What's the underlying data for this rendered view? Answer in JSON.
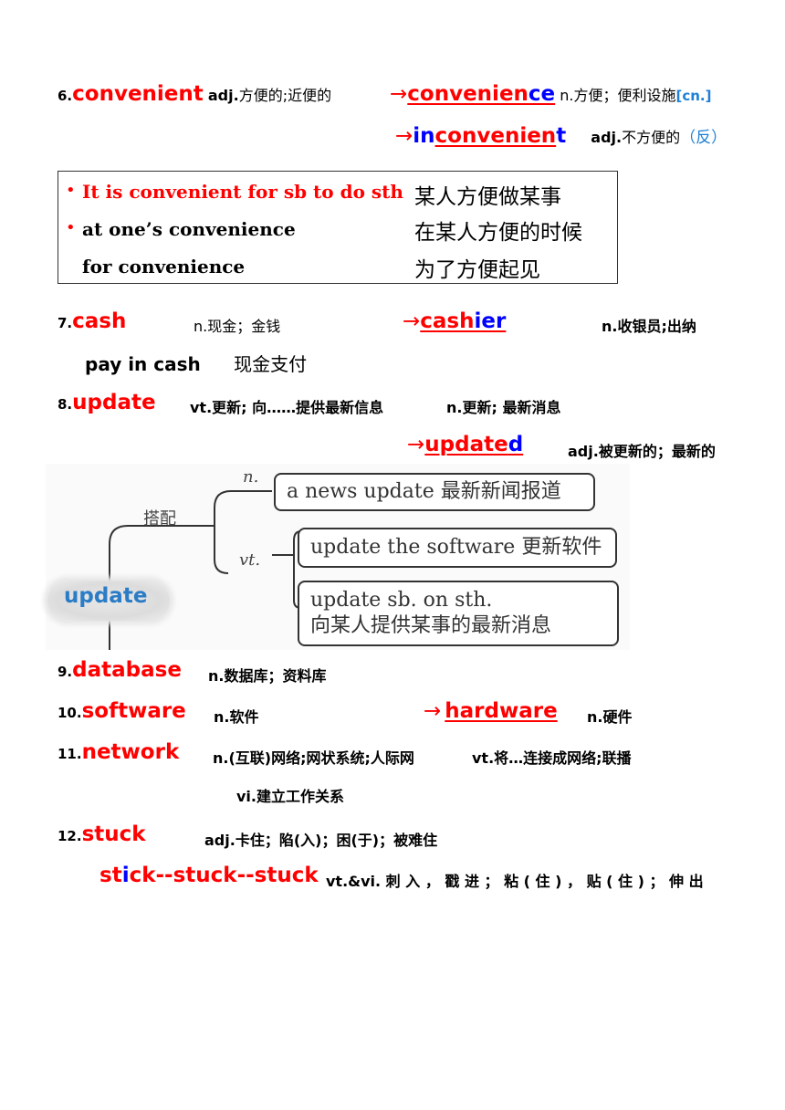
{
  "e6": {
    "num": "6.",
    "word": "convenient",
    "pos": "adj.",
    "def": "方便的;近便的",
    "arrow": "→",
    "deriv1_a": "convenien",
    "deriv1_b": "ce",
    "deriv1_def": "n.方便；便利设施",
    "deriv1_tag": "[cn.]",
    "deriv2_a": "in",
    "deriv2_b": "convenien",
    "deriv2_c": "t",
    "deriv2_pos": "adj.",
    "deriv2_def": "不方便的",
    "deriv2_tag": "（反）",
    "phrases": [
      {
        "bullet": "•",
        "en": "It is convenient for sb to do sth",
        "zh": "某人方便做某事"
      },
      {
        "bullet": "•",
        "en": "at one’s convenience",
        "zh": "在某人方便的时候"
      },
      {
        "bullet": "",
        "en": "for convenience",
        "zh": "为了方便起见"
      }
    ]
  },
  "e7": {
    "num": "7.",
    "word": "cash",
    "def": "n.现金；金钱",
    "arrow": "→",
    "deriv_a": "cash",
    "deriv_b": "ier",
    "deriv_def": "n.收银员;出纳",
    "phrase_en": "pay in cash",
    "phrase_zh": "现金支付"
  },
  "e8": {
    "num": "8.",
    "word": "update",
    "def": "vt.更新; 向……提供最新信息",
    "def2": "n.更新; 最新消息",
    "arrow": "→",
    "deriv_a": "update",
    "deriv_b": "d",
    "deriv_def": "adj.被更新的；最新的",
    "diagram": {
      "center": "update",
      "branch_label": "搭配",
      "n_label": "n.",
      "vt_label": "vt.",
      "box1": "a news update 最新新闻报道",
      "box2": "update the software 更新软件",
      "box3_line1": "update sb. on sth.",
      "box3_line2": "向某人提供某事的最新消息"
    }
  },
  "e9": {
    "num": "9.",
    "word": "database",
    "def": "n.数据库；资料库"
  },
  "e10": {
    "num": "10.",
    "word": "software",
    "def": "n.软件",
    "arrow": "→",
    "deriv": "hardware",
    "deriv_def": "n.硬件"
  },
  "e11": {
    "num": "11.",
    "word": "network",
    "def": "n.(互联)网络;网状系统;人际网",
    "def2": "vt.将…连接成网络;联播",
    "def3": "vi.建立工作关系"
  },
  "e12": {
    "num": "12.",
    "word": "stuck",
    "def": "adj.卡住；陷(入)；困(于)；被难住",
    "forms_a": "st",
    "forms_b": "i",
    "forms_c": "ck--stuck--stuck",
    "forms_def": "vt.&vi. 刺 入 ， 戳 进 ； 粘 ( 住 ) ， 贴 ( 住 ) ； 伸 出"
  }
}
